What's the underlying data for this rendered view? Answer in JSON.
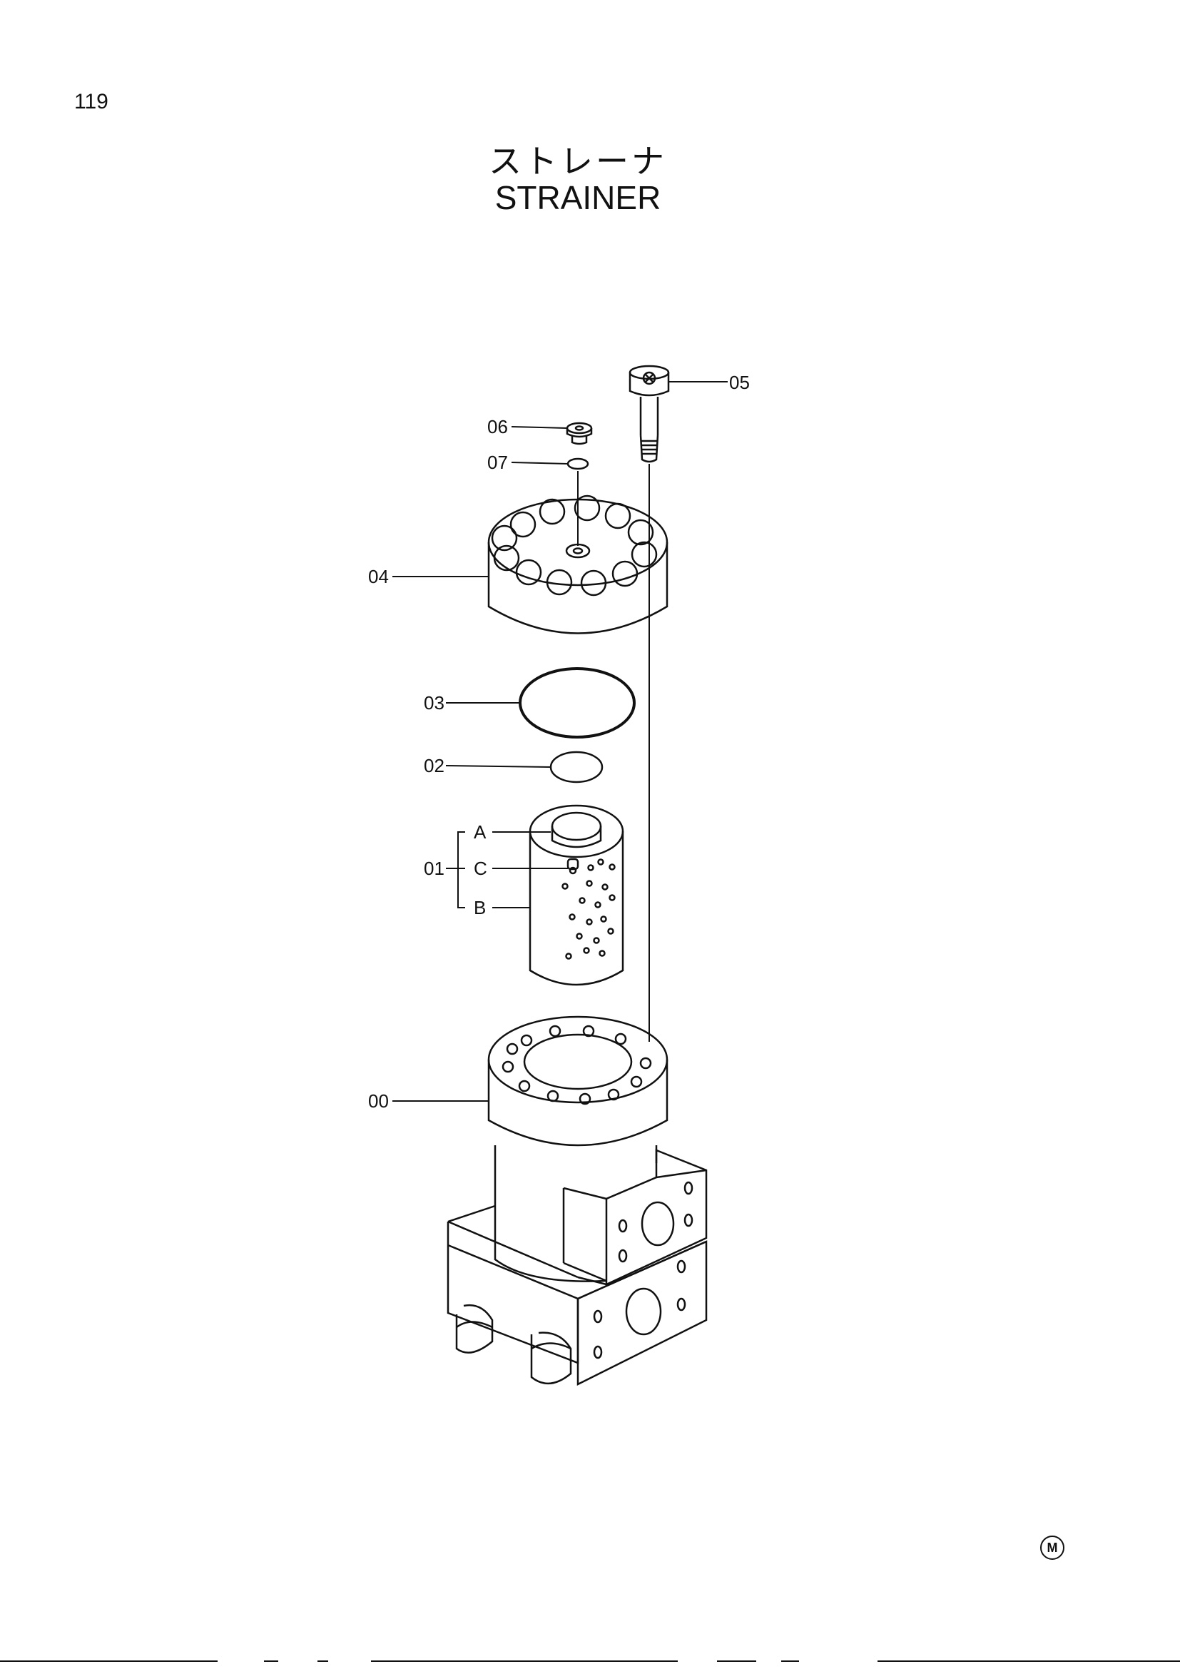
{
  "page": {
    "number": "119"
  },
  "title": {
    "japanese": "ストレーナ",
    "english": "STRAINER"
  },
  "parts": {
    "p00": "00",
    "p01": "01",
    "p02": "02",
    "p03": "03",
    "p04": "04",
    "p05": "05",
    "p06": "06",
    "p07": "07",
    "sub_a": "A",
    "sub_b": "B",
    "sub_c": "C"
  },
  "marks": {
    "m": "M"
  }
}
